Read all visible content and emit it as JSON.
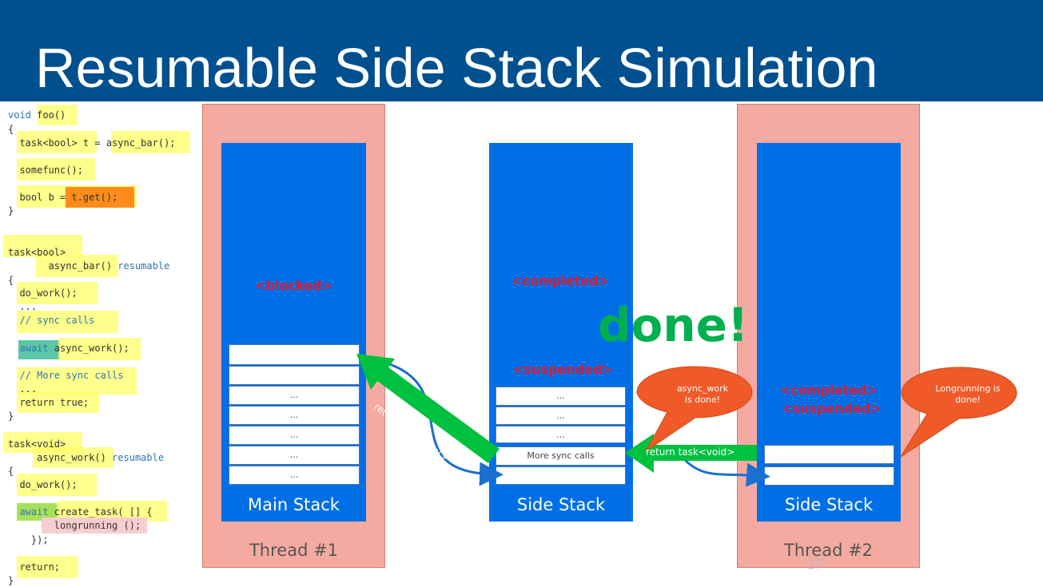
{
  "title": "Resumable Side Stack Simulation",
  "code": {
    "l1_kw": "void",
    "l1_rest": " foo()",
    "l2": "{",
    "l3": "  task<bool> t = async_bar();",
    "l4": "  somefunc();",
    "l5": "  bool b = t.get();",
    "l6": "}",
    "l7": "task<bool>",
    "l8_a": "       async_bar() ",
    "l8_kw": "resumable",
    "l9": "{",
    "l10": "  do_work();",
    "l11": "  ...",
    "l12": "  // sync calls",
    "l13_kw": "  await",
    "l13_rest": " async_work();",
    "l14": "  // More sync calls",
    "l15": "  ...",
    "l16": "  return true;",
    "l17": "}",
    "l18": "task<void>",
    "l19_a": "     async_work() ",
    "l19_kw": "resumable",
    "l20": "{",
    "l21": "  do_work();",
    "l22_kw": "  await",
    "l22_rest": " create_task( [] {",
    "l23": "        longrunning ();",
    "l24": "    });",
    "l25": "  return;",
    "l26": "}"
  },
  "thread1": {
    "label": "Thread #1",
    "stack_label": "Main Stack",
    "state": "<blocked>",
    "frames": [
      "",
      "",
      "...",
      "...",
      "...",
      "...",
      "..."
    ]
  },
  "side_stack_1": {
    "label": "Side Stack",
    "state_top": "<completed>",
    "state_bottom": "<suspended>",
    "frames": [
      "...",
      "...",
      "...",
      "More sync calls",
      ""
    ]
  },
  "thread2": {
    "label": "Thread #2",
    "stack_label": "Side Stack",
    "state_top": "<completed>",
    "state_bottom": "<suspended>",
    "frames": [
      "",
      ""
    ]
  },
  "done_text": "done!",
  "bubble1": "async_work\nis done!",
  "bubble2": "Longrunning is\ndone!",
  "arrow1_label": "return task<bool>",
  "arrow2_label": "return task<void>",
  "page_number": "27",
  "colors": {
    "header": "#00508f",
    "stack": "#006fe6",
    "thread": "#f4aaa0",
    "state": "#e0182e",
    "done": "#00b050",
    "bubble": "#f05a28",
    "arrow": "#00c040"
  }
}
